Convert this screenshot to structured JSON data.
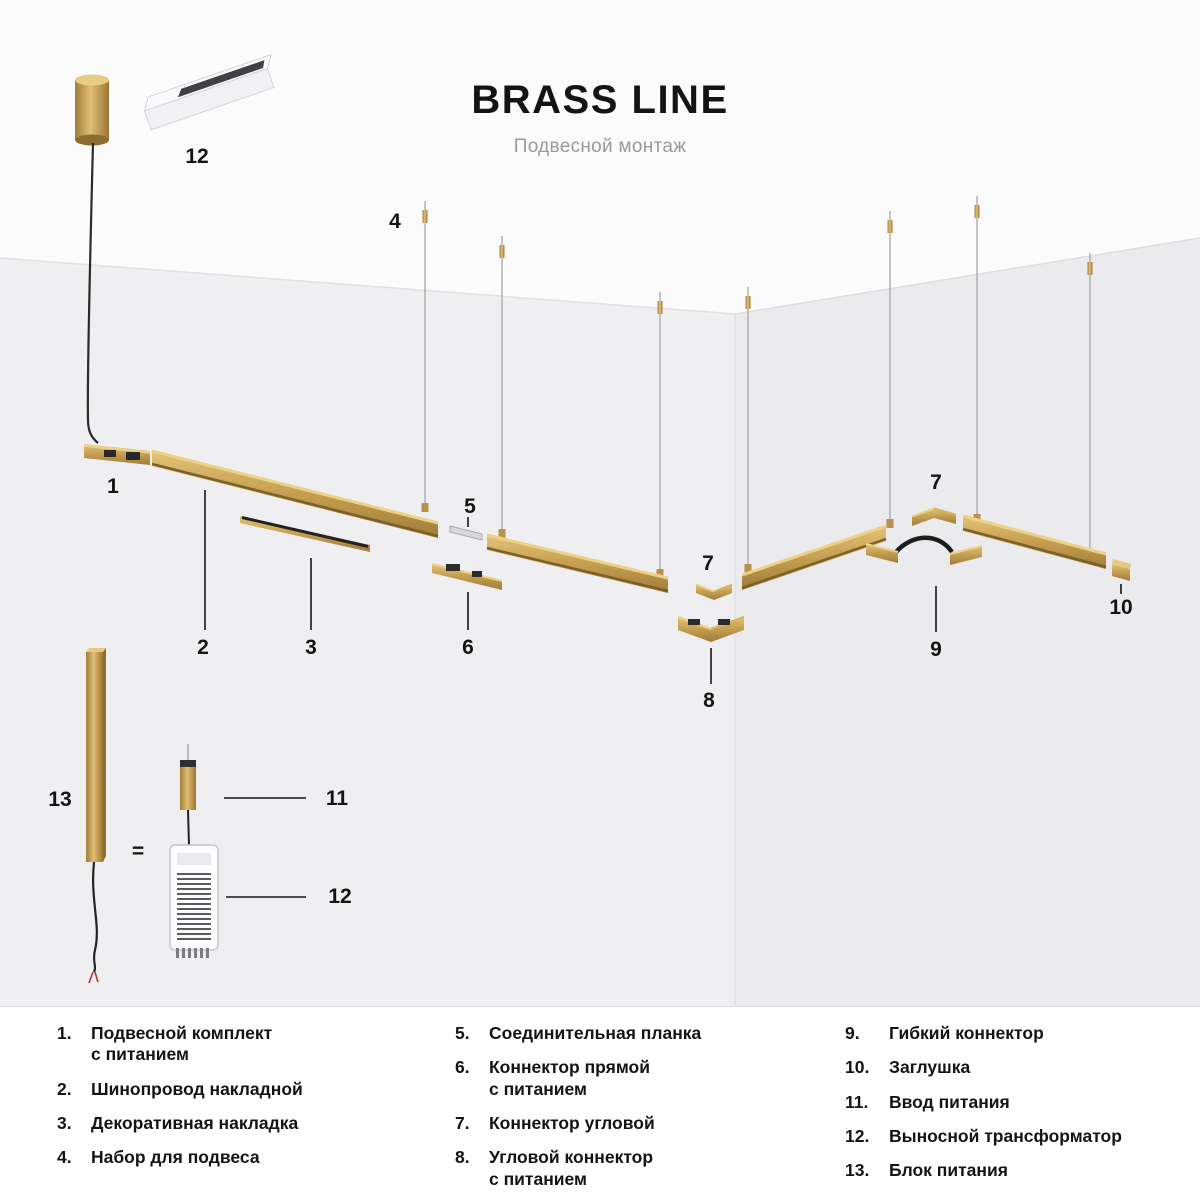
{
  "header": {
    "title": "BRASS LINE",
    "subtitle": "Подвесной монтаж"
  },
  "colors": {
    "brass": "#c49e50",
    "ceiling": "#fbfbfc",
    "left_wall": "#efeff1",
    "right_wall": "#ebebee"
  },
  "diagram": {
    "labels": [
      {
        "text": "12"
      },
      {
        "text": "4"
      },
      {
        "text": "1"
      },
      {
        "text": "5"
      },
      {
        "text": "2"
      },
      {
        "text": "3"
      },
      {
        "text": "6"
      },
      {
        "text": "7"
      },
      {
        "text": "8"
      },
      {
        "text": "7"
      },
      {
        "text": "9"
      },
      {
        "text": "10"
      },
      {
        "text": "13"
      },
      {
        "text": "11"
      },
      {
        "text": "12"
      },
      {
        "text": "="
      }
    ]
  },
  "legend": {
    "columns": [
      {
        "items": [
          {
            "num": "1.",
            "label": "Подвесной комплект\nс питанием"
          },
          {
            "num": "2.",
            "label": "Шинопровод накладной"
          },
          {
            "num": "3.",
            "label": "Декоративная накладка"
          },
          {
            "num": "4.",
            "label": "Набор для подвеса"
          }
        ]
      },
      {
        "items": [
          {
            "num": "5.",
            "label": "Соединительная планка"
          },
          {
            "num": "6.",
            "label": "Коннектор прямой\nс питанием"
          },
          {
            "num": "7.",
            "label": "Коннектор угловой"
          },
          {
            "num": "8.",
            "label": "Угловой коннектор\nс питанием"
          }
        ]
      },
      {
        "items": [
          {
            "num": "9.",
            "label": "Гибкий коннектор"
          },
          {
            "num": "10.",
            "label": "Заглушка"
          },
          {
            "num": "11.",
            "label": "Ввод питания"
          },
          {
            "num": "12.",
            "label": "Выносной трансформатор"
          },
          {
            "num": "13.",
            "label": "Блок питания"
          }
        ]
      }
    ]
  }
}
